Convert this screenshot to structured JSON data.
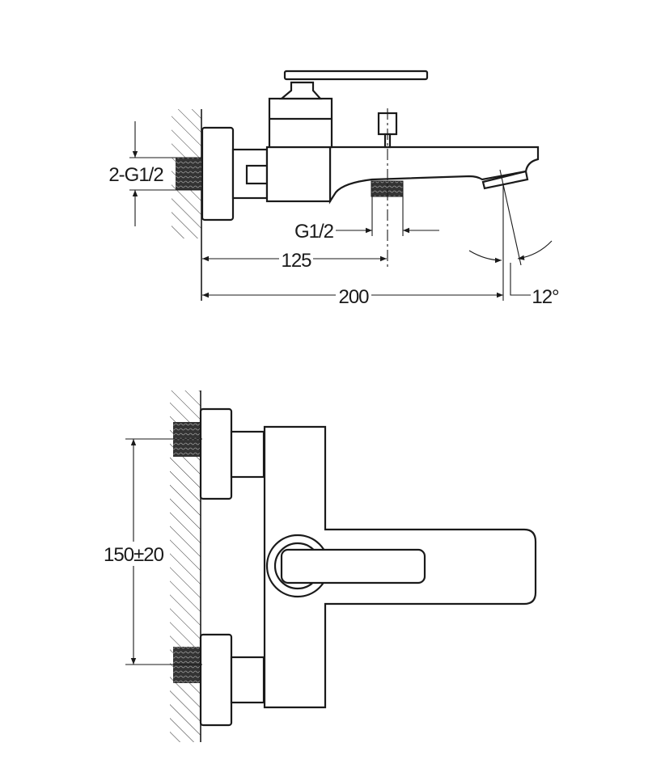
{
  "title": "Wall-mounted bath mixer dimension drawing",
  "side_view": {
    "inlet_thread_label": "2-G1/2",
    "outlet_thread_label": "G1/2",
    "outlet_distance_label": "125",
    "spout_length_label": "200",
    "spout_angle_label": "12°"
  },
  "front_view": {
    "inlet_spacing_label": "150±20"
  },
  "colors": {
    "line": "#1a1a1a",
    "background": "#ffffff"
  }
}
